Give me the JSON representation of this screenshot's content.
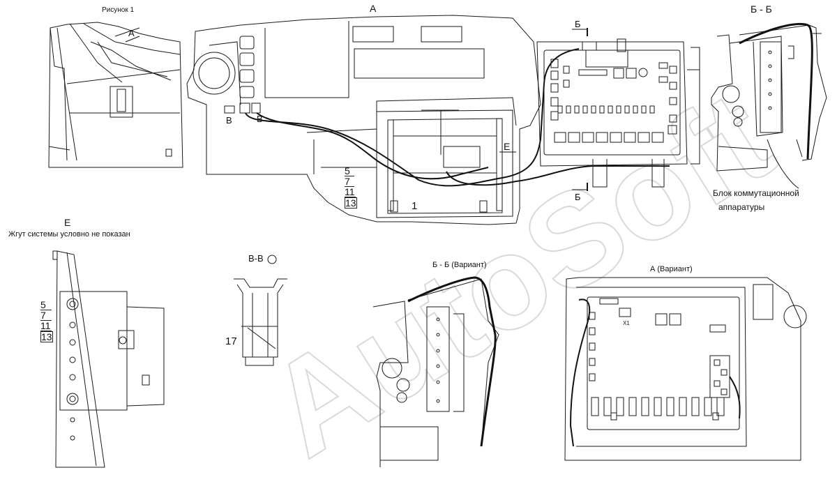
{
  "labels": {
    "figure": "Рисунок 1",
    "view_a": "А",
    "view_a_callout": "А",
    "section_b_top": "Б",
    "section_b_bottom": "Б",
    "section_bb": "Б - Б",
    "section_bb_variant": "Б - Б (Вариант)",
    "view_a_variant": "А (Вариант)",
    "detail_e_marker": "Е",
    "detail_e": "Е",
    "detail_e_note": "Жгут системы условно не показан",
    "section_vv": "В-В",
    "marker_v_left": "В",
    "marker_v_right": "В",
    "block_caption_line1": "Блок коммутационной",
    "block_caption_line2": "аппаратуры",
    "connector_x1": "X1",
    "watermark": "AutoSoft"
  },
  "callouts": {
    "main": [
      "5",
      "7",
      "11",
      "13"
    ],
    "main_part": "1",
    "detail_e": [
      "5",
      "7",
      "11",
      "13"
    ],
    "section_vv_part": "17"
  },
  "colors": {
    "line": "#1a1a1a",
    "thin": "#555555",
    "watermark": "#d9d9d9",
    "cable": "#111111"
  }
}
